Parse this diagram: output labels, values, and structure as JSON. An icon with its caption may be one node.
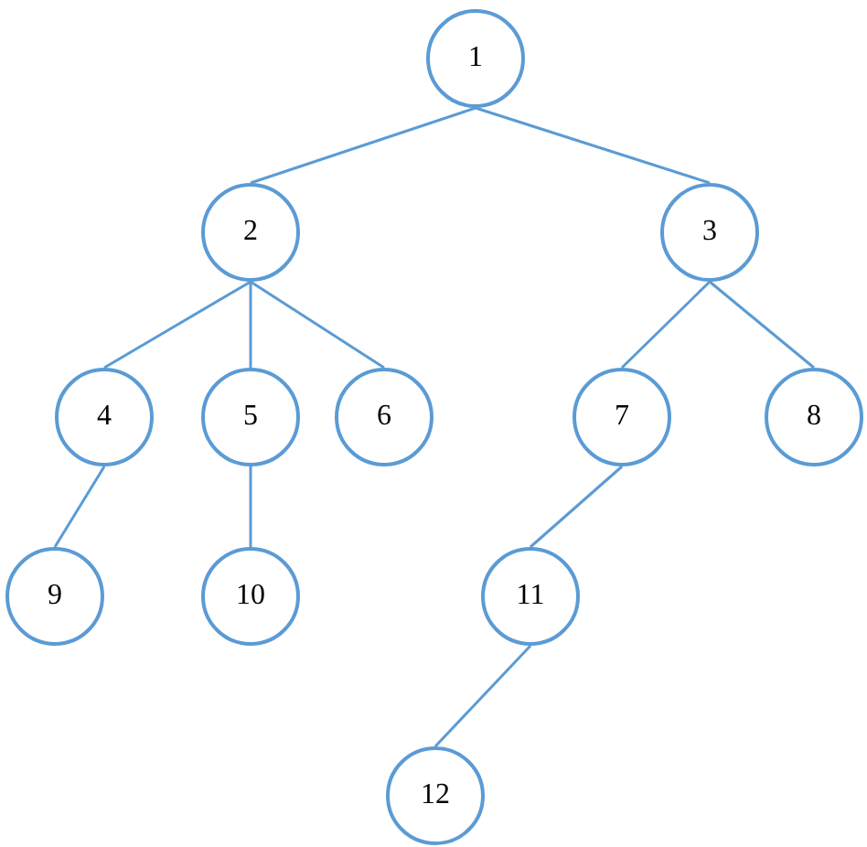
{
  "diagram": {
    "nodes": [
      {
        "text": [
          "1"
        ]
      },
      {
        "text": [
          "2"
        ]
      },
      {
        "text": [
          "3"
        ]
      },
      {
        "text": [
          "4"
        ]
      },
      {
        "text": [
          "5"
        ]
      },
      {
        "text": [
          "6"
        ]
      },
      {
        "text": [
          "7"
        ]
      },
      {
        "text": [
          "8"
        ]
      },
      {
        "text": [
          "9"
        ]
      },
      {
        "text": [
          "10"
        ]
      },
      {
        "text": [
          "11"
        ]
      },
      {
        "text": [
          "12"
        ]
      }
    ],
    "edges": [
      {
        "from": 0,
        "to": 1,
        "arrow": "none"
      },
      {
        "from": 0,
        "to": 2,
        "arrow": "none"
      },
      {
        "from": 1,
        "to": 3,
        "arrow": "none"
      },
      {
        "from": 1,
        "to": 4,
        "arrow": "none"
      },
      {
        "from": 1,
        "to": 5,
        "arrow": "none"
      },
      {
        "from": 2,
        "to": 6,
        "arrow": "none"
      },
      {
        "from": 2,
        "to": 7,
        "arrow": "none"
      },
      {
        "from": 3,
        "to": 8,
        "arrow": "none"
      },
      {
        "from": 4,
        "to": 9,
        "arrow": "none"
      },
      {
        "from": 6,
        "to": 10,
        "arrow": "none"
      },
      {
        "from": 10,
        "to": 11,
        "arrow": "none"
      }
    ]
  }
}
